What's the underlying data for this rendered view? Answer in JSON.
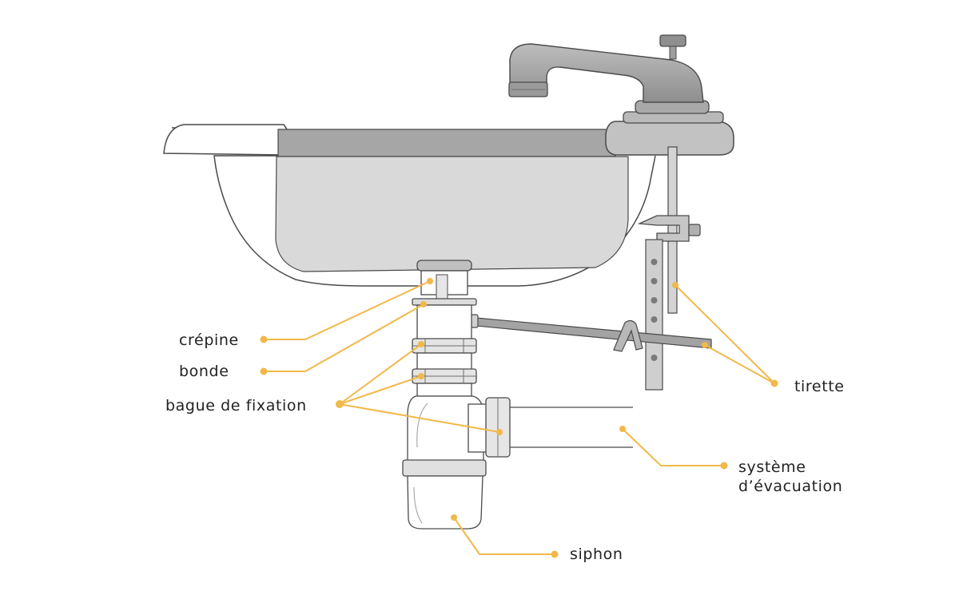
{
  "labels": {
    "crepine": "crépine",
    "bonde": "bonde",
    "bague": "bague de fixation",
    "tirette": "tirette",
    "systeme_line1": "système",
    "systeme_line2": "d’évacuation",
    "siphon": "siphon"
  },
  "colors": {
    "leader": "#F2B849",
    "outline": "#4A4A4A",
    "basin_fill": "#D9D9D9",
    "rim_fill": "#A6A6A6",
    "metal_fill": "#9E9E9E",
    "dark_metal": "#6E6E6E",
    "text": "#222222"
  }
}
